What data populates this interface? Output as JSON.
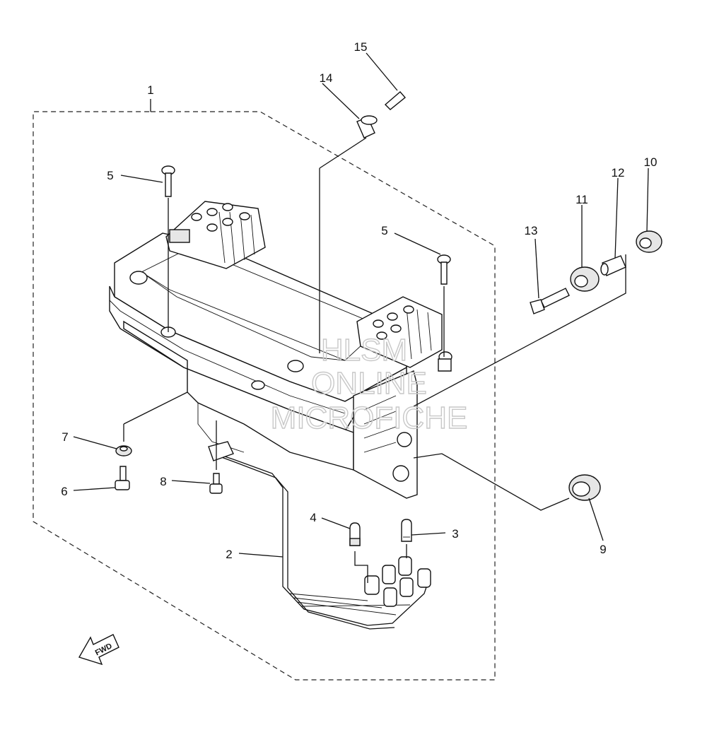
{
  "callouts": [
    {
      "id": "c1",
      "text": "1"
    },
    {
      "id": "c2",
      "text": "2"
    },
    {
      "id": "c3",
      "text": "3"
    },
    {
      "id": "c4",
      "text": "4"
    },
    {
      "id": "c5a",
      "text": "5"
    },
    {
      "id": "c5b",
      "text": "5"
    },
    {
      "id": "c6",
      "text": "6"
    },
    {
      "id": "c7",
      "text": "7"
    },
    {
      "id": "c8",
      "text": "8"
    },
    {
      "id": "c9",
      "text": "9"
    },
    {
      "id": "c10",
      "text": "10"
    },
    {
      "id": "c11",
      "text": "11"
    },
    {
      "id": "c12",
      "text": "12"
    },
    {
      "id": "c13",
      "text": "13"
    },
    {
      "id": "c14",
      "text": "14"
    },
    {
      "id": "c15",
      "text": "15"
    }
  ],
  "watermark": {
    "line1": "HLSM",
    "line2": "ONLINE",
    "line3": "MICROFICHE"
  },
  "direction_arrow": {
    "label": "FWD",
    "icon": "fwd-arrow-icon"
  }
}
